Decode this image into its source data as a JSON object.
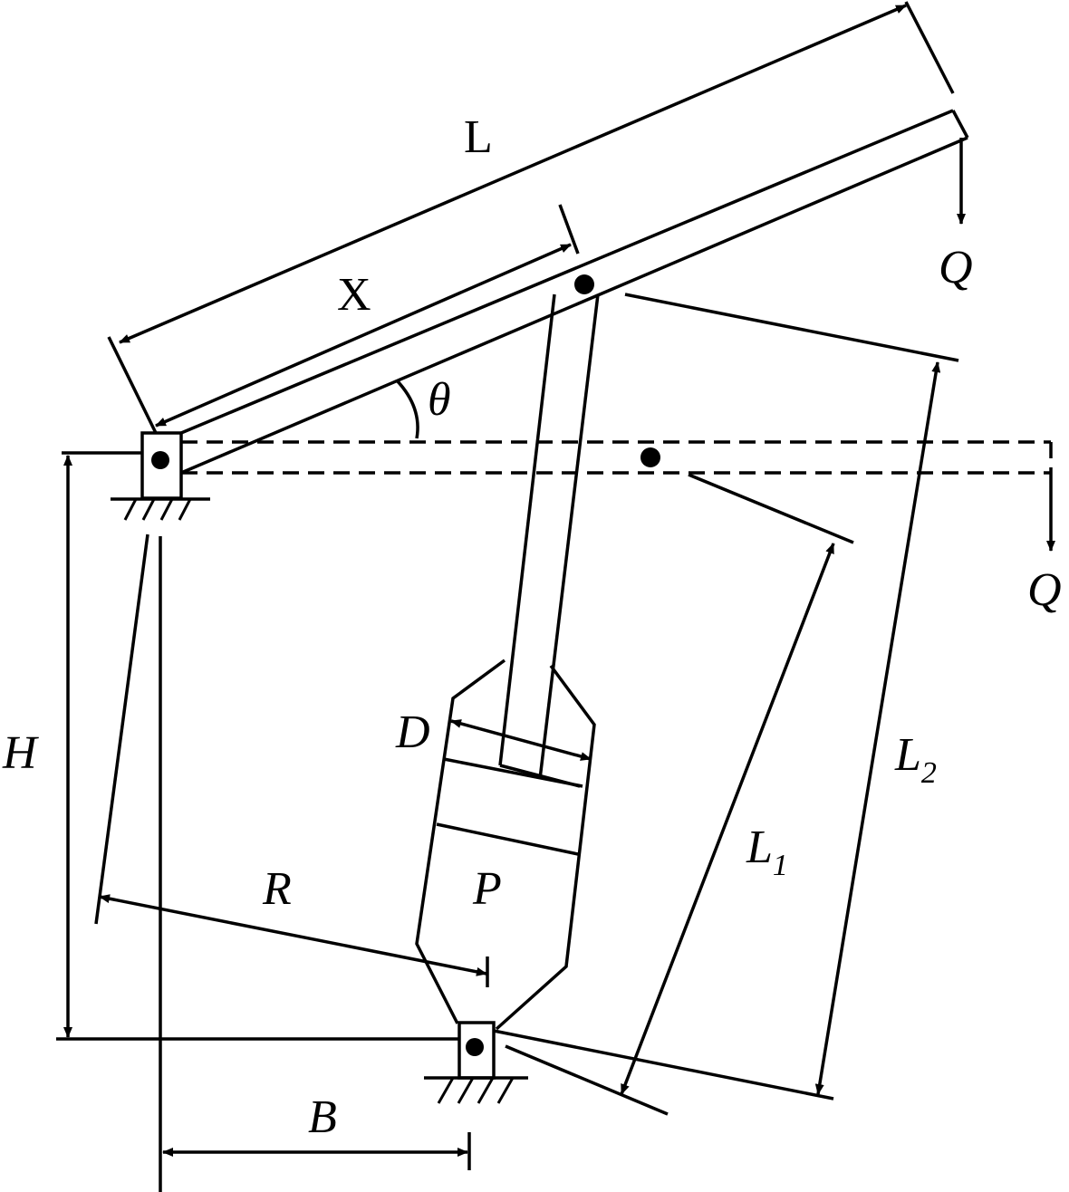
{
  "labels": {
    "L": "L",
    "X": "X",
    "theta": "θ",
    "Q_top": "Q",
    "Q_bottom": "Q",
    "H": "H",
    "D": "D",
    "R": "R",
    "P": "P",
    "B": "B",
    "L1_main": "L",
    "L1_sub": "1",
    "L2_main": "L",
    "L2_sub": "2"
  },
  "colors": {
    "stroke": "#000000",
    "background": "#ffffff"
  }
}
